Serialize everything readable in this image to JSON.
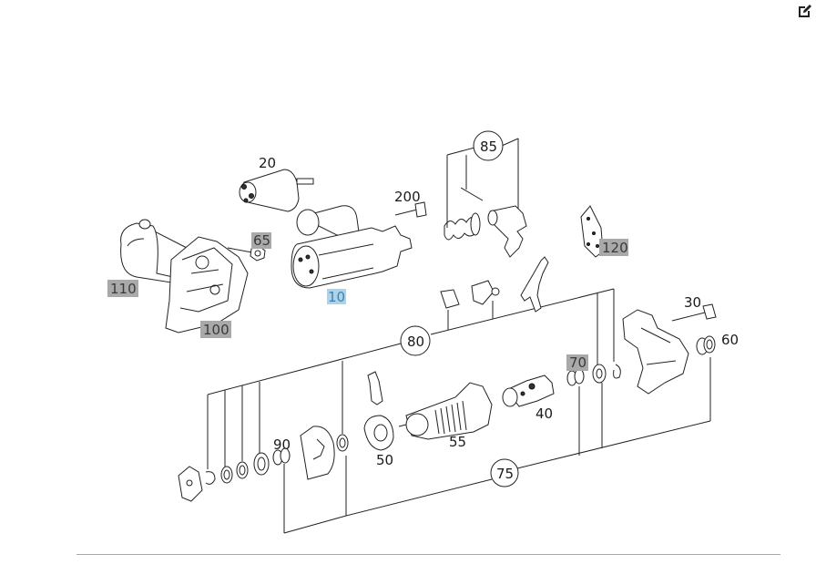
{
  "toolbar": {
    "edit_icon": "edit-icon"
  },
  "labels": {
    "p10": "10",
    "p20": "20",
    "p30": "30",
    "p40": "40",
    "p50": "50",
    "p55": "55",
    "p60": "60",
    "p65": "65",
    "p70": "70",
    "p75": "75",
    "p80": "80",
    "p85": "85",
    "p90": "90",
    "p100": "100",
    "p110": "110",
    "p120": "120",
    "p200": "200"
  },
  "colors": {
    "highlight_grey": "#a9a9a9",
    "highlight_blue": "#a8d4ee"
  }
}
